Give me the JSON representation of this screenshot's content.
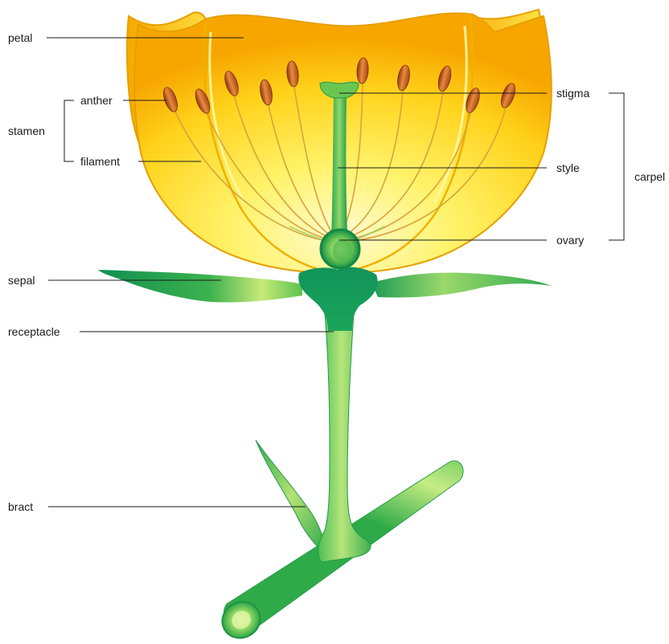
{
  "labels": {
    "petal": "petal",
    "anther": "anther",
    "stamen": "stamen",
    "filament": "filament",
    "stigma": "stigma",
    "style": "style",
    "carpel": "carpel",
    "ovary": "ovary",
    "sepal": "sepal",
    "receptacle": "receptacle",
    "bract": "bract"
  },
  "colors": {
    "petal_light": "#fff36b",
    "petal_dark": "#f7a600",
    "petal_edge": "#e6a000",
    "green_dark": "#139a52",
    "green_mid": "#5bc24a",
    "green_light": "#b9e36a",
    "anther": "#c0571d",
    "filament": "#d9a33a"
  }
}
